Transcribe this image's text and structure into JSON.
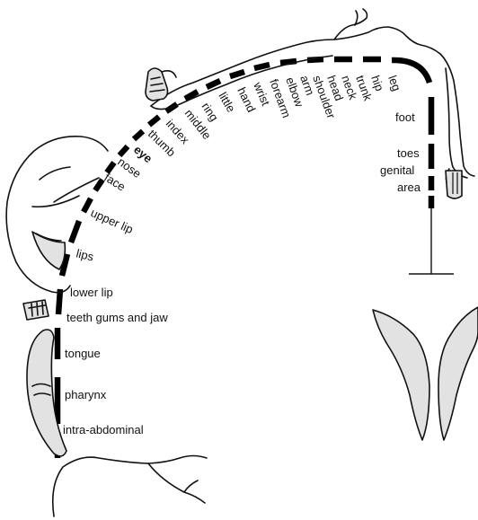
{
  "labels": {
    "leg": "leg",
    "hip": "hip",
    "trunk": "trunk",
    "neck": "neck",
    "head": "head",
    "shoulder": "shoulder",
    "arm": "arm",
    "elbow": "elbow",
    "forearm": "forearm",
    "wrist": "wrist",
    "hand": "hand",
    "little": "little",
    "ring": "ring",
    "middle": "middle",
    "index": "index",
    "thumb": "thumb",
    "eye": "eye",
    "nose": "nose",
    "face": "face",
    "upper_lip": "upper lip",
    "lips": "lips",
    "lower_lip": "lower lip",
    "teeth_gums_jaw": "teeth gums and jaw",
    "tongue": "tongue",
    "pharynx": "pharynx",
    "intra_abdominal": "intra-abdominal",
    "foot": "foot",
    "toes": "toes",
    "genital": "genital",
    "area": "area"
  },
  "colors": {
    "ink": "#111111",
    "shading": "#e2e2e2"
  }
}
